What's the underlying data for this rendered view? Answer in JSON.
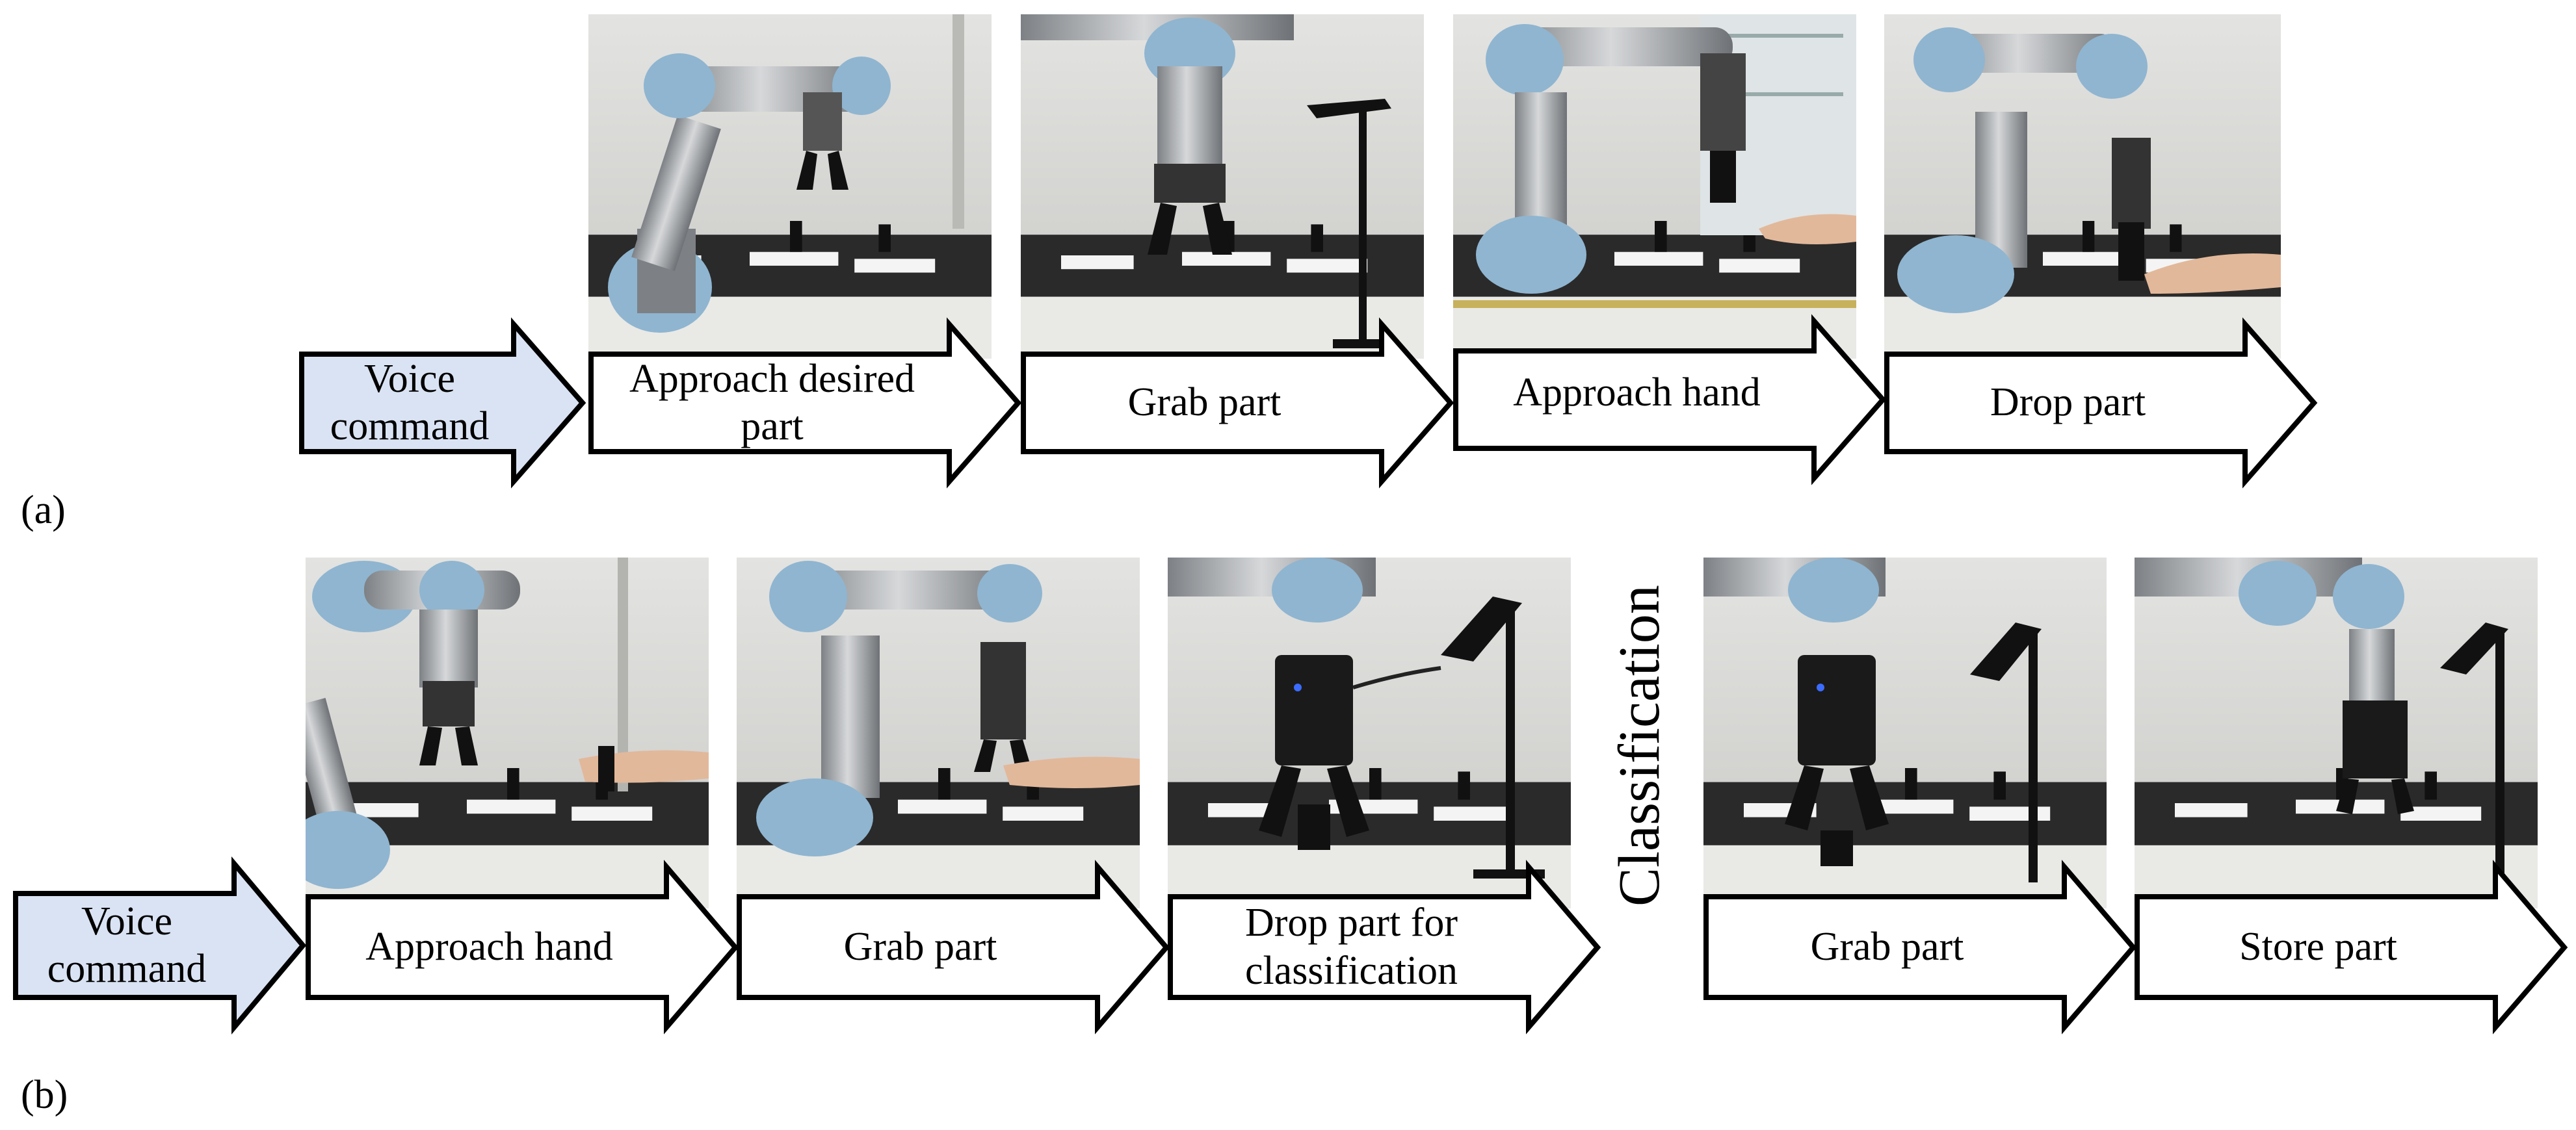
{
  "panel_a": {
    "label": "(a)",
    "steps": [
      {
        "id": "voice",
        "text": "Voice\ncommand",
        "fill": "#dae3f3"
      },
      {
        "id": "approach-part",
        "text": "Approach desired\npart",
        "fill": "#ffffff"
      },
      {
        "id": "grab-part",
        "text": "Grab part",
        "fill": "#ffffff"
      },
      {
        "id": "approach-hand",
        "text": "Approach hand",
        "fill": "#ffffff"
      },
      {
        "id": "drop-part",
        "text": "Drop part",
        "fill": "#ffffff"
      }
    ]
  },
  "panel_b": {
    "label": "(b)",
    "steps": [
      {
        "id": "voice",
        "text": "Voice\ncommand",
        "fill": "#dae3f3"
      },
      {
        "id": "approach-hand",
        "text": "Approach hand",
        "fill": "#ffffff"
      },
      {
        "id": "grab-part",
        "text": "Grab part",
        "fill": "#ffffff"
      },
      {
        "id": "drop-classification",
        "text": "Drop part for\nclassification",
        "fill": "#ffffff"
      },
      {
        "id": "grab-part-2",
        "text": "Grab part",
        "fill": "#ffffff"
      },
      {
        "id": "store-part",
        "text": "Store part",
        "fill": "#ffffff"
      }
    ],
    "side_label": "Classification"
  },
  "colors": {
    "arrow_stroke": "#000000",
    "voice_fill": "#dae3f3",
    "robot_blue": "#8fb5d0",
    "robot_silver": "#a9adb0"
  }
}
